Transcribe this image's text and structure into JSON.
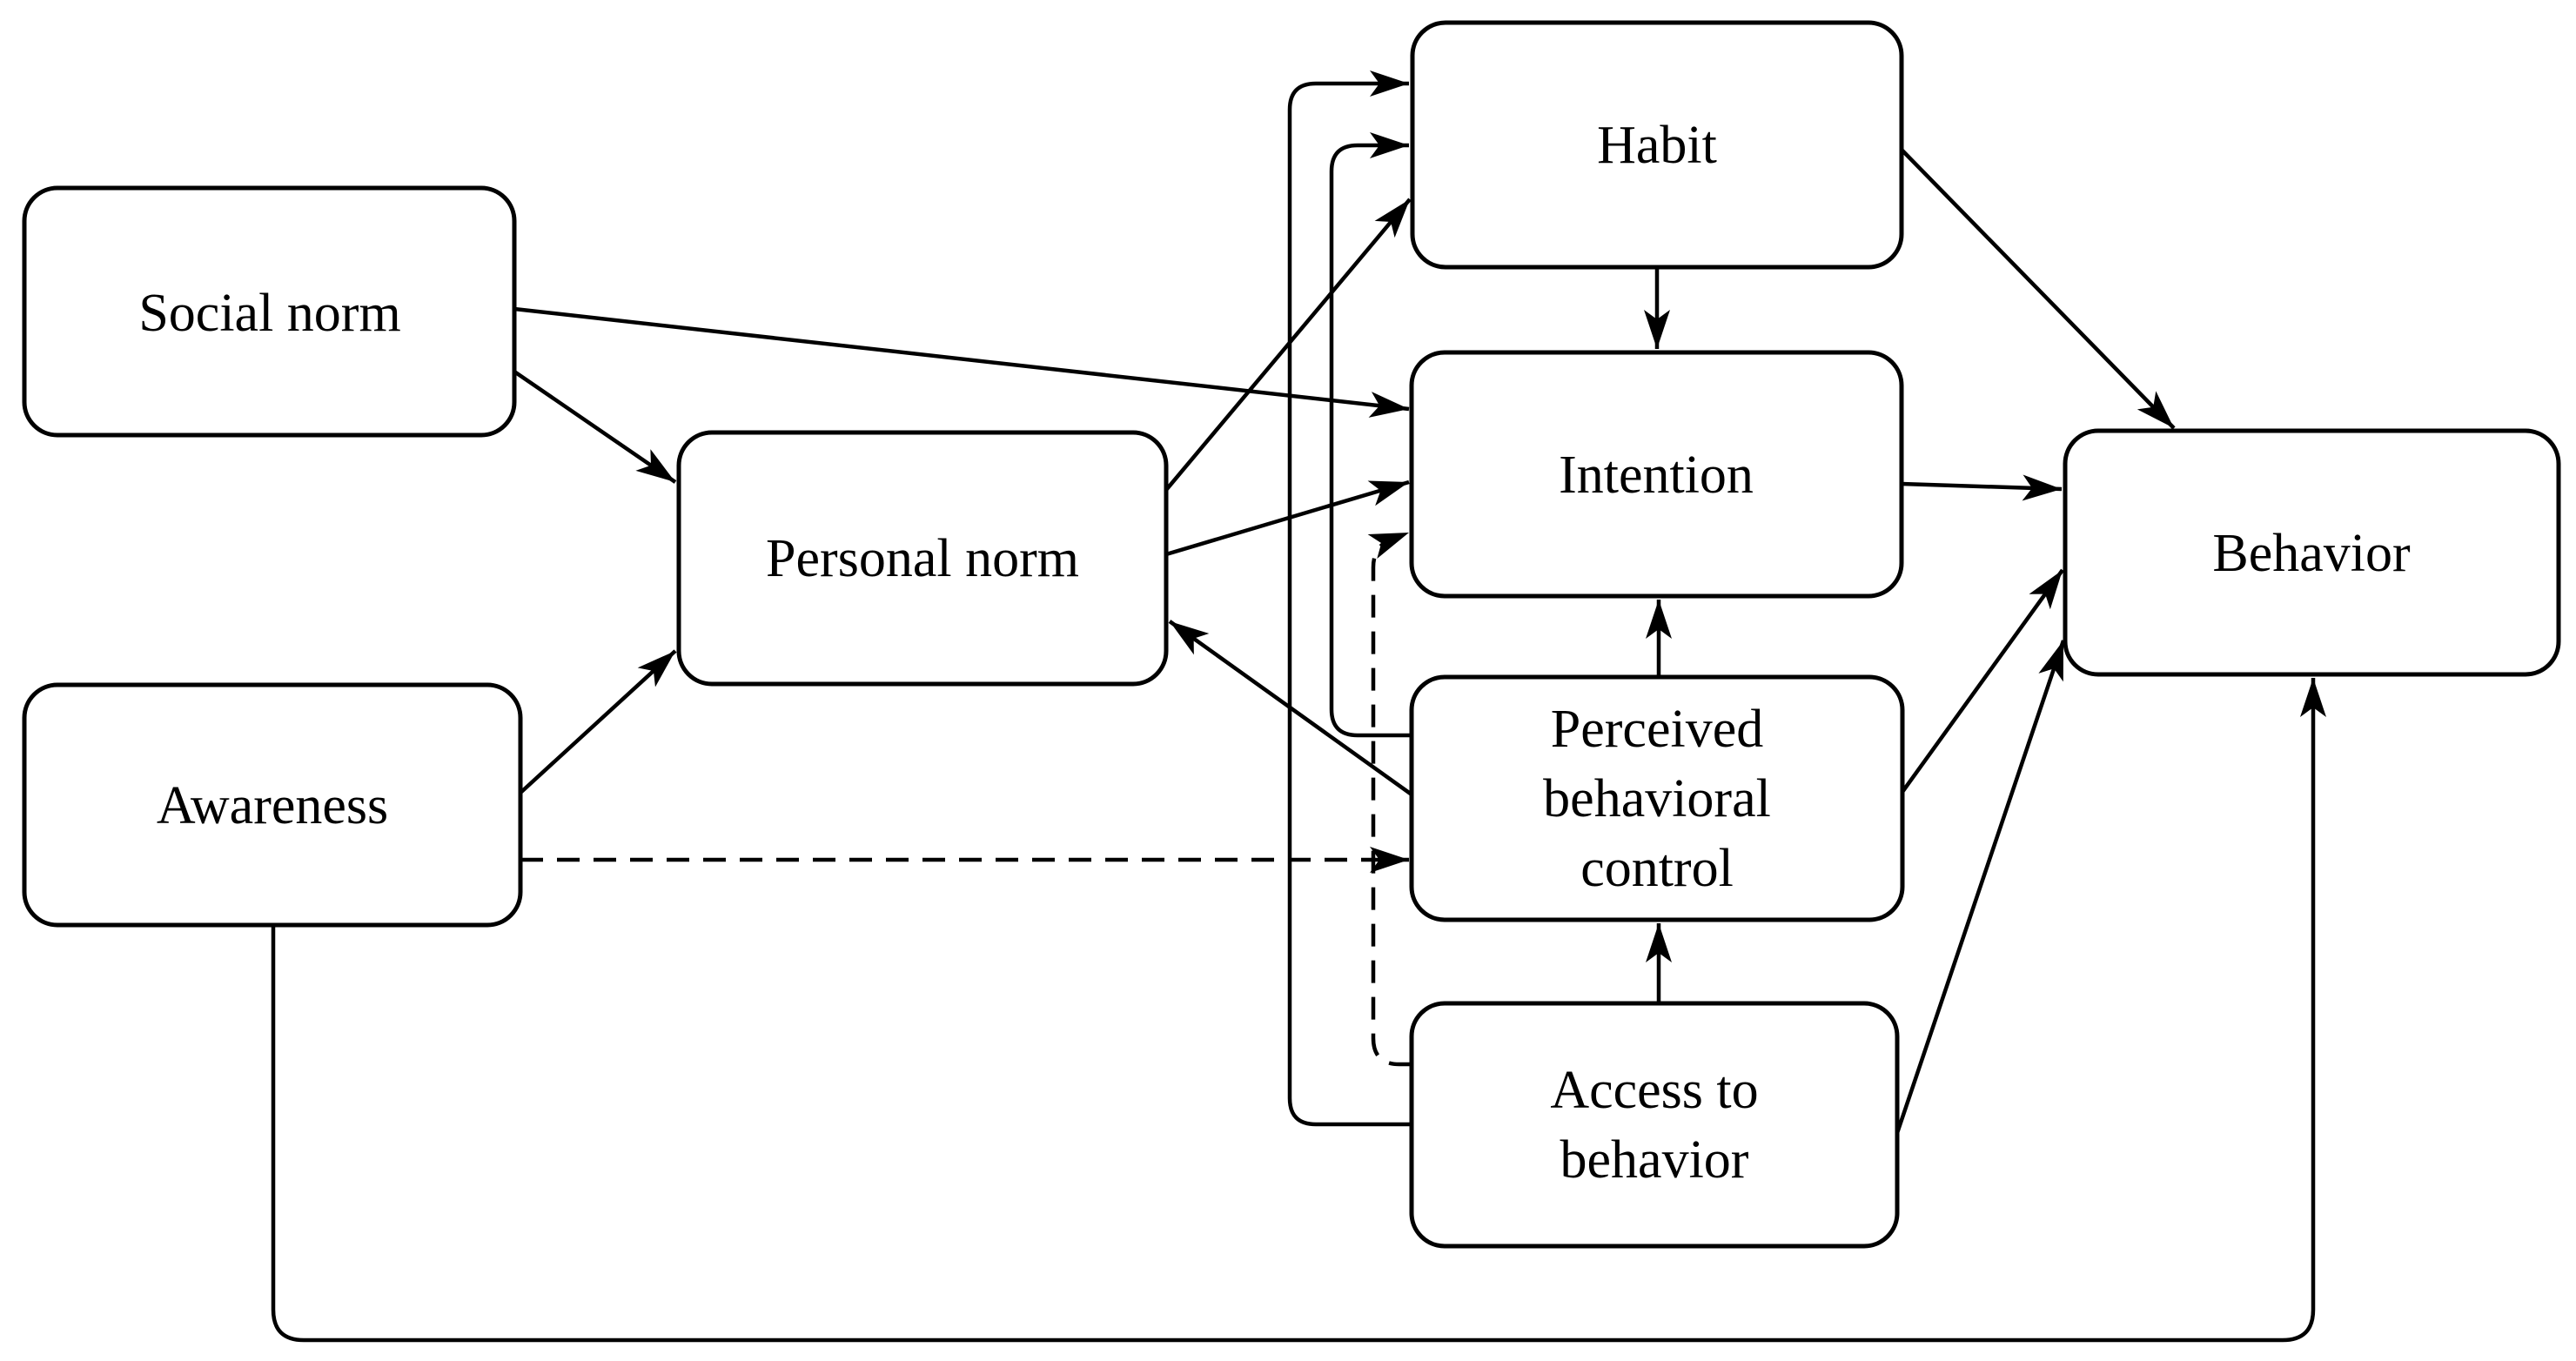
{
  "diagram": {
    "background_color": "#ffffff",
    "line_color": "#000000",
    "nodes": {
      "social_norm": {
        "label": "Social norm"
      },
      "awareness": {
        "label": "Awareness"
      },
      "personal_norm": {
        "label": "Personal norm"
      },
      "habit": {
        "label": "Habit"
      },
      "intention": {
        "label": "Intention"
      },
      "perceived_behavioral_control": {
        "label": "Perceived behavioral control",
        "lines": [
          "Perceived",
          "behavioral",
          "control"
        ]
      },
      "access_to_behavior": {
        "label": "Access to behavior",
        "lines": [
          "Access to",
          "behavior"
        ]
      },
      "behavior": {
        "label": "Behavior"
      }
    },
    "edges": [
      {
        "from": "social_norm",
        "to": "personal_norm",
        "style": "solid"
      },
      {
        "from": "social_norm",
        "to": "intention",
        "style": "solid"
      },
      {
        "from": "awareness",
        "to": "personal_norm",
        "style": "solid"
      },
      {
        "from": "awareness",
        "to": "perceived_behavioral_control",
        "style": "dashed"
      },
      {
        "from": "awareness",
        "to": "behavior",
        "style": "solid"
      },
      {
        "from": "personal_norm",
        "to": "habit",
        "style": "solid"
      },
      {
        "from": "personal_norm",
        "to": "intention",
        "style": "solid"
      },
      {
        "from": "perceived_behavioral_control",
        "to": "personal_norm",
        "style": "solid"
      },
      {
        "from": "habit",
        "to": "intention",
        "style": "solid"
      },
      {
        "from": "perceived_behavioral_control",
        "to": "intention",
        "style": "solid"
      },
      {
        "from": "access_to_behavior",
        "to": "perceived_behavioral_control",
        "style": "solid"
      },
      {
        "from": "access_to_behavior",
        "to": "intention",
        "style": "dashed"
      },
      {
        "from": "access_to_behavior",
        "to": "habit",
        "style": "solid"
      },
      {
        "from": "perceived_behavioral_control",
        "to": "habit",
        "style": "solid"
      },
      {
        "from": "habit",
        "to": "behavior",
        "style": "solid"
      },
      {
        "from": "intention",
        "to": "behavior",
        "style": "solid"
      },
      {
        "from": "perceived_behavioral_control",
        "to": "behavior",
        "style": "solid"
      },
      {
        "from": "access_to_behavior",
        "to": "behavior",
        "style": "solid"
      }
    ]
  }
}
